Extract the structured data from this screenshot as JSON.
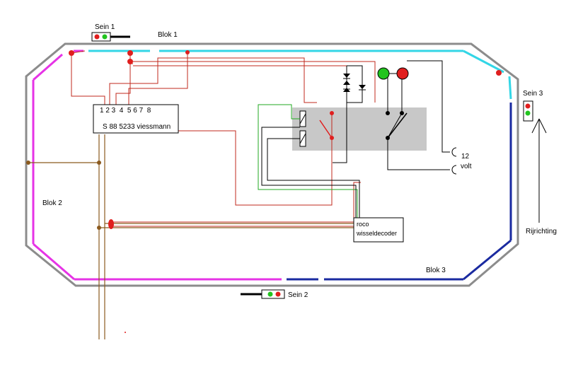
{
  "signals": {
    "sein1": "Sein 1",
    "sein2": "Sein 2",
    "sein3": "Sein 3"
  },
  "blocks": {
    "blok1": "Blok 1",
    "blok2": "Blok 2",
    "blok3": "Blok 3"
  },
  "module_s88": {
    "pins": "1 2 3  4  5 6 7  8",
    "name": "S 88 5233 viessmann"
  },
  "decoder": {
    "line1": "roco",
    "line2": "wisseldecoder"
  },
  "power": {
    "voltage": "12",
    "unit": "volt"
  },
  "direction_label": "Rijrichting",
  "colors": {
    "track_outline": "#8c8c8c",
    "block1": "#33d6e6",
    "block2": "#e633e6",
    "block3": "#1a2aa0",
    "wire_red": "#c0281e",
    "wire_brown": "#8b5a1e",
    "wire_green": "#22aa22",
    "relay_fill": "#c8c8c8",
    "led_green": "#22c41e",
    "led_red": "#e01e1e"
  }
}
